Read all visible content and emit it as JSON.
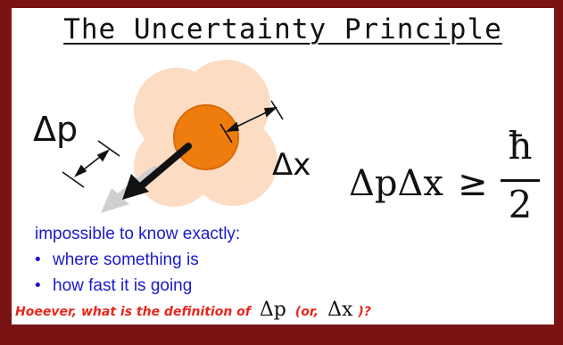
{
  "slide": {
    "title": "The Uncertainty Principle",
    "delta_p_label": "Δp",
    "delta_x_label": "Δx",
    "formula": {
      "lhs": "ΔpΔx",
      "relation": "≥",
      "numerator": "ħ",
      "denominator": "2"
    },
    "intro_text": "impossible to know exactly:",
    "bullets": [
      "where something is",
      "how fast it is going"
    ],
    "bullet_symbol": "•",
    "question": {
      "prefix": "Hoeever, what is the definition of",
      "math_p": "Δp",
      "middle": "(or,",
      "math_x": "Δx",
      "suffix": ")?"
    }
  },
  "colors": {
    "border": "#7a1414",
    "cloud": "#fddcc4",
    "particle": "#ee7d0e",
    "particle_edge": "#d86a08",
    "blue_text": "#1a1acc",
    "red_text": "#e8261c",
    "arrow": "#111111",
    "ghost_arrow": "#cfcfcf"
  },
  "icons": {
    "momentum_arrow": "thick-arrow-icon",
    "ghost_arrow": "ghost-arrow-icon",
    "dimension_arrow": "double-headed-arrow-icon"
  }
}
